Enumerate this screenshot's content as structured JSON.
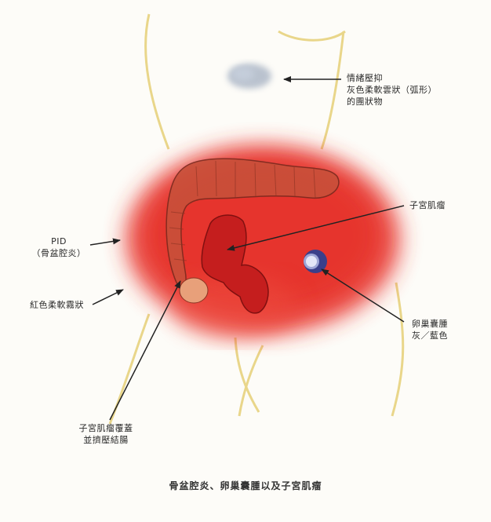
{
  "labels": {
    "emotion": {
      "line1": "情緒壓抑",
      "line2": "灰色柔軟雲狀（弧形）",
      "line3": "的團狀物"
    },
    "fibroid": {
      "line1": "子宮肌瘤"
    },
    "pid": {
      "line1": "PID",
      "line2": "（骨盆腔炎）"
    },
    "red_cloud": {
      "line1": "紅色柔軟霧狀"
    },
    "cyst": {
      "line1": "卵巢囊腫",
      "line2": "灰／藍色"
    },
    "compress": {
      "line1": "子宮肌瘤覆蓋",
      "line2": "並擠壓結腸"
    }
  },
  "caption": "骨盆腔炎、卵巢囊腫以及子宮肌瘤",
  "colors": {
    "inflammation": "#e8332a",
    "fibroid": "#c51e1e",
    "colon": "#c8503a",
    "cyst": "#3a3f8a",
    "gray_cloud": "#a9b4c4",
    "body_outline": "#e9d68a"
  }
}
